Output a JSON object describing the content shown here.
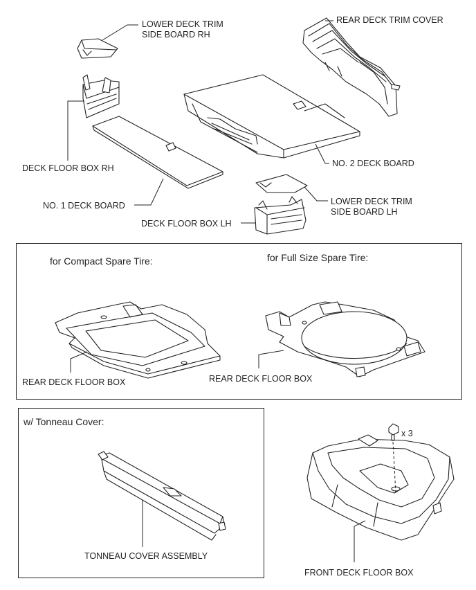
{
  "labels": {
    "lower_deck_trim_rh_line1": "LOWER DECK TRIM",
    "lower_deck_trim_rh_line2": "SIDE BOARD RH",
    "rear_deck_trim_cover": "REAR DECK TRIM COVER",
    "deck_floor_box_rh": "DECK FLOOR BOX RH",
    "no2_deck_board": "NO. 2 DECK BOARD",
    "no1_deck_board": "NO. 1 DECK BOARD",
    "lower_deck_trim_lh_line1": "LOWER DECK TRIM",
    "lower_deck_trim_lh_line2": "SIDE BOARD LH",
    "deck_floor_box_lh": "DECK FLOOR BOX LH",
    "rear_deck_floor_box_compact": "REAR DECK FLOOR BOX",
    "rear_deck_floor_box_full": "REAR DECK FLOOR BOX",
    "tonneau_cover_assembly": "TONNEAU COVER ASSEMBLY",
    "front_deck_floor_box": "FRONT DECK FLOOR BOX",
    "bolt_qty": "x 3"
  },
  "sections": {
    "compact_spare_tire": "for Compact Spare Tire:",
    "full_size_spare_tire": "for Full Size Spare Tire:",
    "tonneau_cover": "w/ Tonneau Cover:"
  }
}
